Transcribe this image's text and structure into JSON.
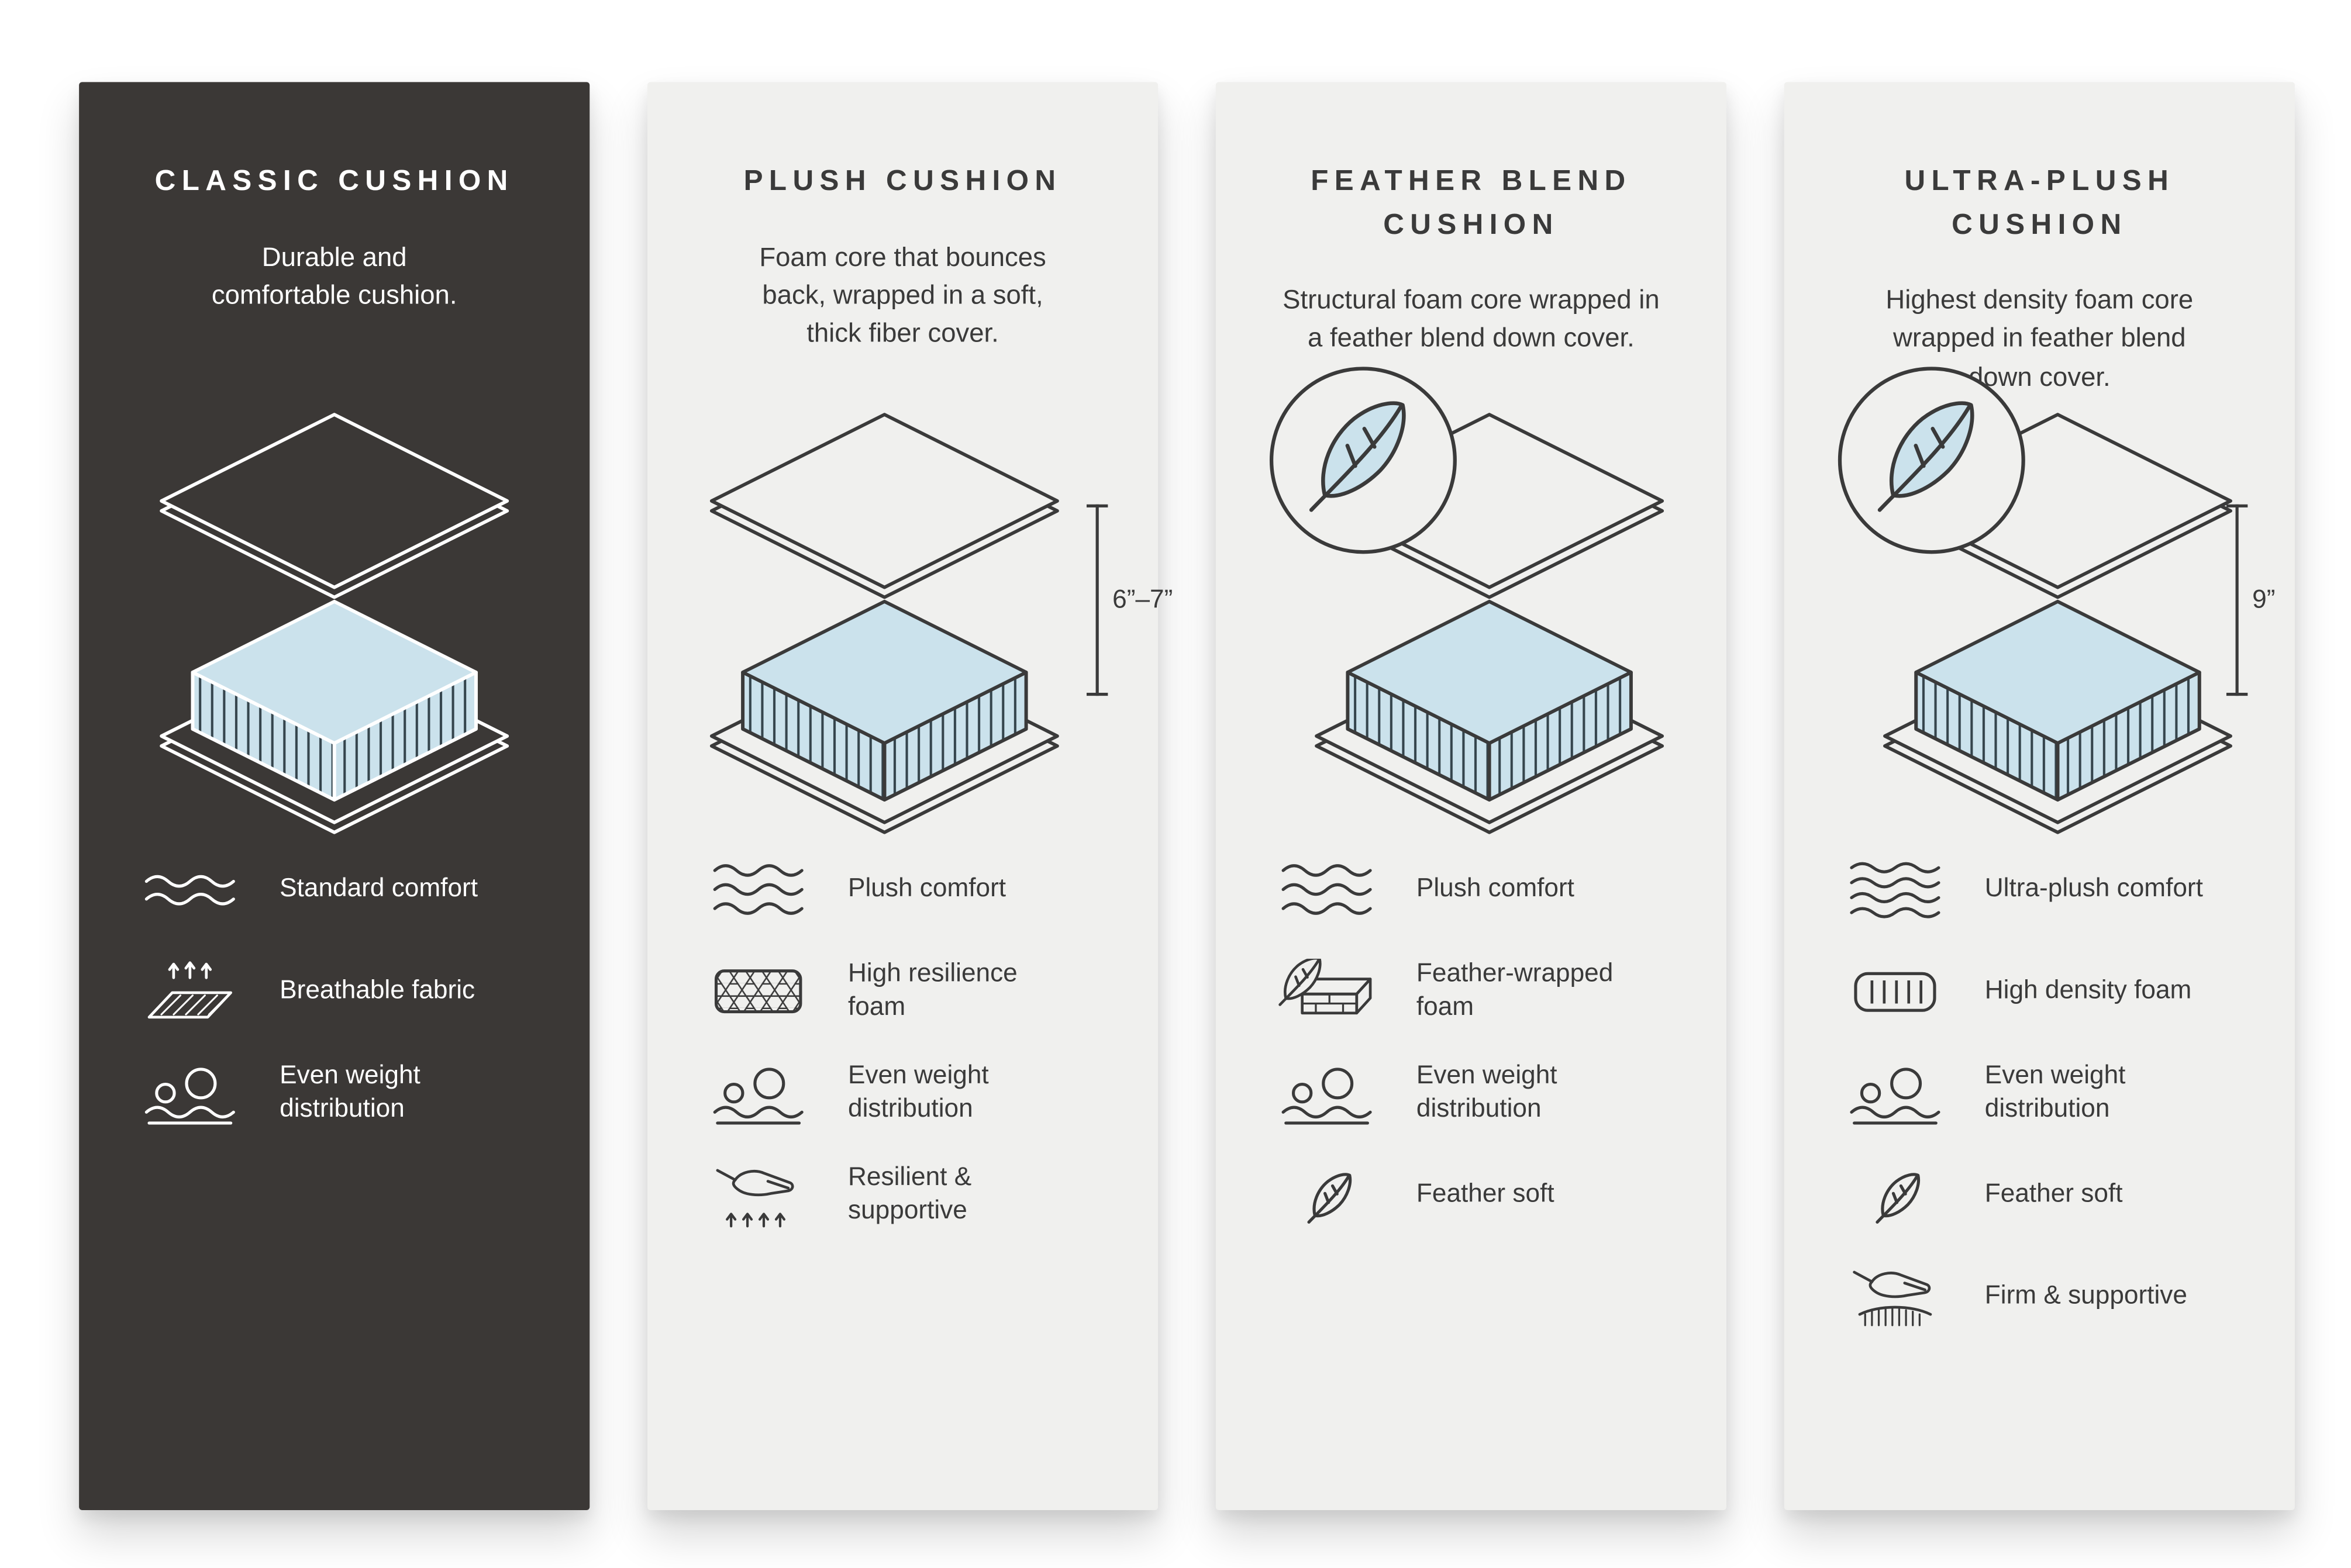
{
  "page": {
    "background": "#FFFFFF"
  },
  "colors": {
    "dark_panel_bg": "#3B3836",
    "light_panel_bg": "#F0F0EE",
    "foam_blue": "#CBE2EC",
    "dark_text": "#3A3A3A",
    "light_text": "#FFFFFF",
    "hatch_line": "#35454D"
  },
  "panels": [
    {
      "id": "classic-cushion",
      "theme": "dark",
      "title": "CLASSIC CUSHION",
      "description": "Durable and\ncomfortable cushion.",
      "diagram": {
        "feather_badge": false,
        "dimension_label": ""
      },
      "features": [
        {
          "icon": "waves-icon",
          "label": "Standard comfort"
        },
        {
          "icon": "breathable-fabric-icon",
          "label": "Breathable fabric"
        },
        {
          "icon": "even-weight-icon",
          "label": "Even weight\ndistribution"
        }
      ]
    },
    {
      "id": "plush-cushion",
      "theme": "light",
      "title": "PLUSH CUSHION",
      "description": "Foam core that bounces\nback, wrapped in a soft,\nthick fiber cover.",
      "diagram": {
        "feather_badge": false,
        "dimension_label": "6”–7”"
      },
      "features": [
        {
          "icon": "waves-icon",
          "label": "Plush comfort"
        },
        {
          "icon": "resilience-foam-icon",
          "label": "High resilience\nfoam"
        },
        {
          "icon": "even-weight-icon",
          "label": "Even weight\ndistribution"
        },
        {
          "icon": "resilient-supportive-icon",
          "label": "Resilient &\nsupportive"
        }
      ]
    },
    {
      "id": "feather-blend-cushion",
      "theme": "light",
      "title": "FEATHER BLEND\nCUSHION",
      "description": "Structural foam core wrapped in\na feather blend down cover.",
      "diagram": {
        "feather_badge": true,
        "dimension_label": ""
      },
      "features": [
        {
          "icon": "waves-icon",
          "label": "Plush comfort"
        },
        {
          "icon": "feather-wrapped-foam-icon",
          "label": "Feather-wrapped\nfoam"
        },
        {
          "icon": "even-weight-icon",
          "label": "Even weight\ndistribution"
        },
        {
          "icon": "feather-icon",
          "label": "Feather soft"
        }
      ]
    },
    {
      "id": "ultra-plush-cushion",
      "theme": "light",
      "title": "ULTRA-PLUSH\nCUSHION",
      "description": "Highest density foam core\nwrapped in feather blend\ndown cover.",
      "diagram": {
        "feather_badge": true,
        "dimension_label": "9”"
      },
      "features": [
        {
          "icon": "waves-icon",
          "label": "Ultra-plush comfort"
        },
        {
          "icon": "high-density-foam-icon",
          "label": "High density foam"
        },
        {
          "icon": "even-weight-icon",
          "label": "Even weight\ndistribution"
        },
        {
          "icon": "feather-icon",
          "label": "Feather soft"
        },
        {
          "icon": "firm-supportive-icon",
          "label": "Firm & supportive"
        }
      ]
    }
  ]
}
